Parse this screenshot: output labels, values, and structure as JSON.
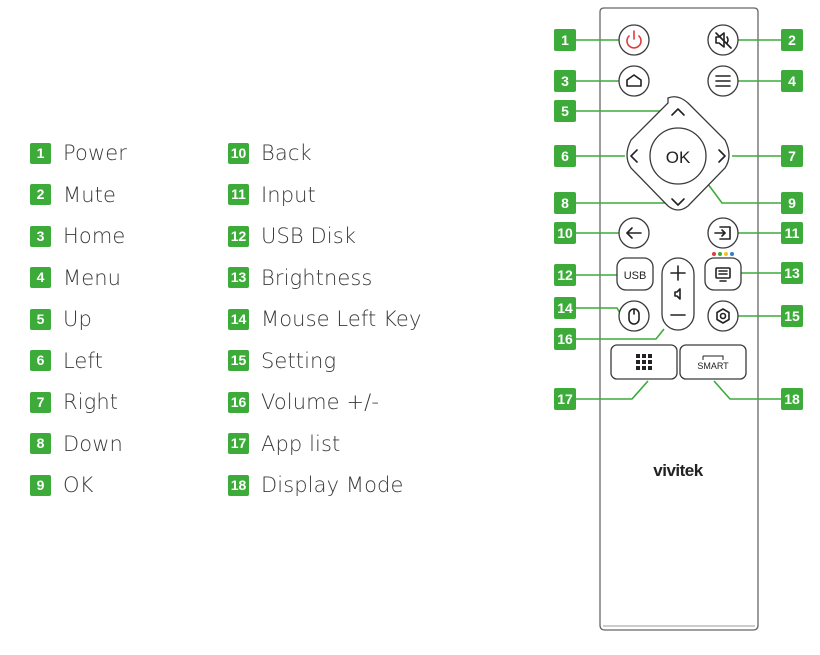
{
  "legend": {
    "items": [
      {
        "num": "1",
        "label": "Power"
      },
      {
        "num": "2",
        "label": "Mute"
      },
      {
        "num": "3",
        "label": "Home"
      },
      {
        "num": "4",
        "label": "Menu"
      },
      {
        "num": "5",
        "label": "Up"
      },
      {
        "num": "6",
        "label": "Left"
      },
      {
        "num": "7",
        "label": "Right"
      },
      {
        "num": "8",
        "label": "Down"
      },
      {
        "num": "9",
        "label": "OK"
      },
      {
        "num": "10",
        "label": "Back"
      },
      {
        "num": "11",
        "label": "Input"
      },
      {
        "num": "12",
        "label": "USB Disk"
      },
      {
        "num": "13",
        "label": "Brightness"
      },
      {
        "num": "14",
        "label": "Mouse Left Key"
      },
      {
        "num": "15",
        "label": "Setting"
      },
      {
        "num": "16",
        "label": "Volume +/-"
      },
      {
        "num": "17",
        "label": "App list"
      },
      {
        "num": "18",
        "label": "Display Mode"
      }
    ]
  },
  "remote": {
    "ok_label": "OK",
    "usb_label": "USB",
    "smart_label": "SMART",
    "brand": "vivitek",
    "callouts": [
      "1",
      "2",
      "3",
      "4",
      "5",
      "6",
      "7",
      "8",
      "9",
      "10",
      "11",
      "12",
      "13",
      "14",
      "15",
      "16",
      "17",
      "18"
    ]
  },
  "colors": {
    "badge": "#3cab3a",
    "power_icon": "#e03a3e",
    "dot_red": "#e03a3e",
    "dot_green": "#3cab3a",
    "dot_yellow": "#f4c21b",
    "dot_blue": "#2f80c9"
  }
}
